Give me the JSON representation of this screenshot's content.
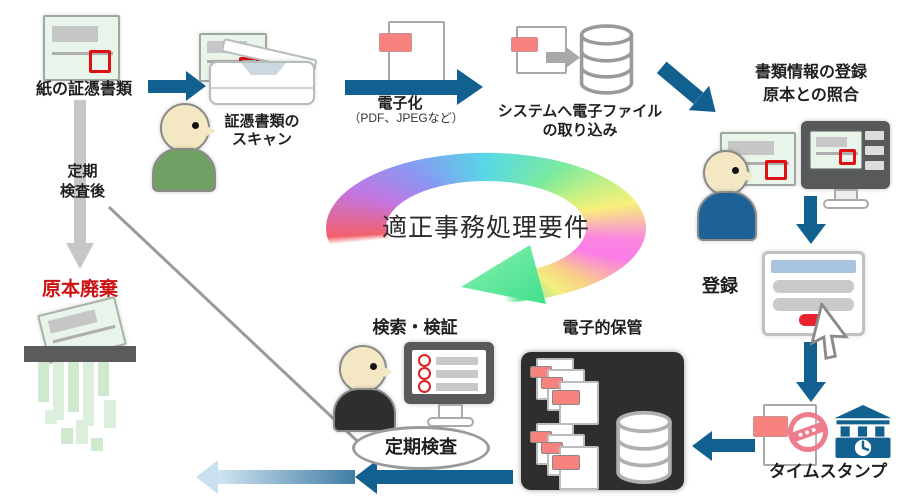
{
  "diagram": {
    "center": {
      "label": "適正事務処理要件"
    },
    "nodes": {
      "paper_document": {
        "label": "紙の証憑書類"
      },
      "scan": {
        "line1": "証憑書類の",
        "line2": "スキャン"
      },
      "digitize": {
        "label": "電子化",
        "sublabel": "（PDF、JPEGなど）"
      },
      "system_import": {
        "line1": "システムへ電子ファイル",
        "line2": "の取り込み"
      },
      "register_info": {
        "line1": "書類情報の登録",
        "line2": "原本との照合"
      },
      "register": {
        "label": "登録"
      },
      "timestamp": {
        "label": "タイムスタンプ"
      },
      "storage": {
        "label": "電子的保管"
      },
      "search_verify": {
        "label": "検索・検証"
      },
      "periodic_inspection": {
        "label": "定期検査"
      },
      "after_inspection": {
        "line1": "定期",
        "line2": "検査後"
      },
      "discard_original": {
        "label": "原本廃棄"
      }
    },
    "colors": {
      "arrow_blue": "#11608f",
      "accent_pink": "#f8827e",
      "alert_red": "#dd1111",
      "mint_document": "#e9f4ea",
      "storage_box_dark": "#2e2e2e",
      "bank_blue": "#12618f",
      "discard_text_red": "#cc1111",
      "button_red": "#e8232e",
      "form_header_blue": "#a9c4de"
    }
  }
}
